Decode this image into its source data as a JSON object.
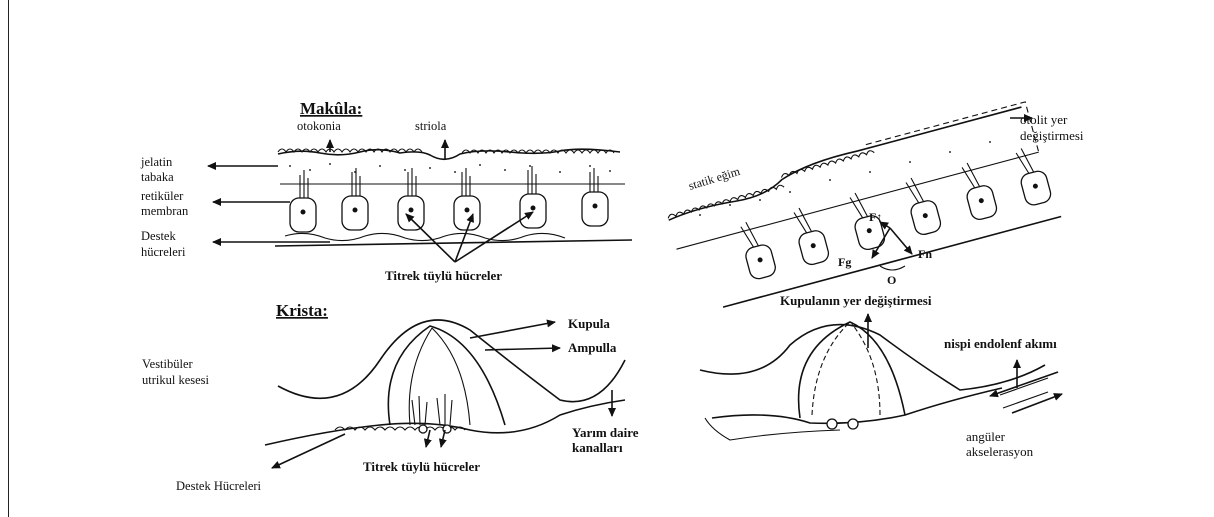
{
  "title_makula": "Makûla:",
  "title_krista": "Krista:",
  "makula": {
    "otokonia": "otokonia",
    "striola": "striola",
    "jelatin_1": "jelatin",
    "jelatin_2": "tabaka",
    "retikuler_1": "retiküler",
    "retikuler_2": "membran",
    "destek_1": "Destek",
    "destek_2": "hücreleri",
    "titrek": "Titrek tüylü hücreler"
  },
  "tilted": {
    "otolit_1": "otolit yer",
    "otolit_2": "değiştirmesi",
    "statik": "statik eğim",
    "ft": "F↑",
    "fn": "Fn",
    "fg": "Fg",
    "o": "O"
  },
  "krista": {
    "kupula": "Kupula",
    "ampulla": "Ampulla",
    "vest_1": "Vestibüler",
    "vest_2": "utrikul kesesi",
    "yarim_1": "Yarım daire",
    "yarim_2": "kanalları",
    "titrek": "Titrek tüylü hücreler",
    "destek": "Destek Hücreleri"
  },
  "krista_right": {
    "kupula_yer": "Kupulanın yer değiştirmesi",
    "nispi": "nispi endolenf akımı",
    "angu_1": "angüler",
    "angu_2": "akselerasyon"
  }
}
